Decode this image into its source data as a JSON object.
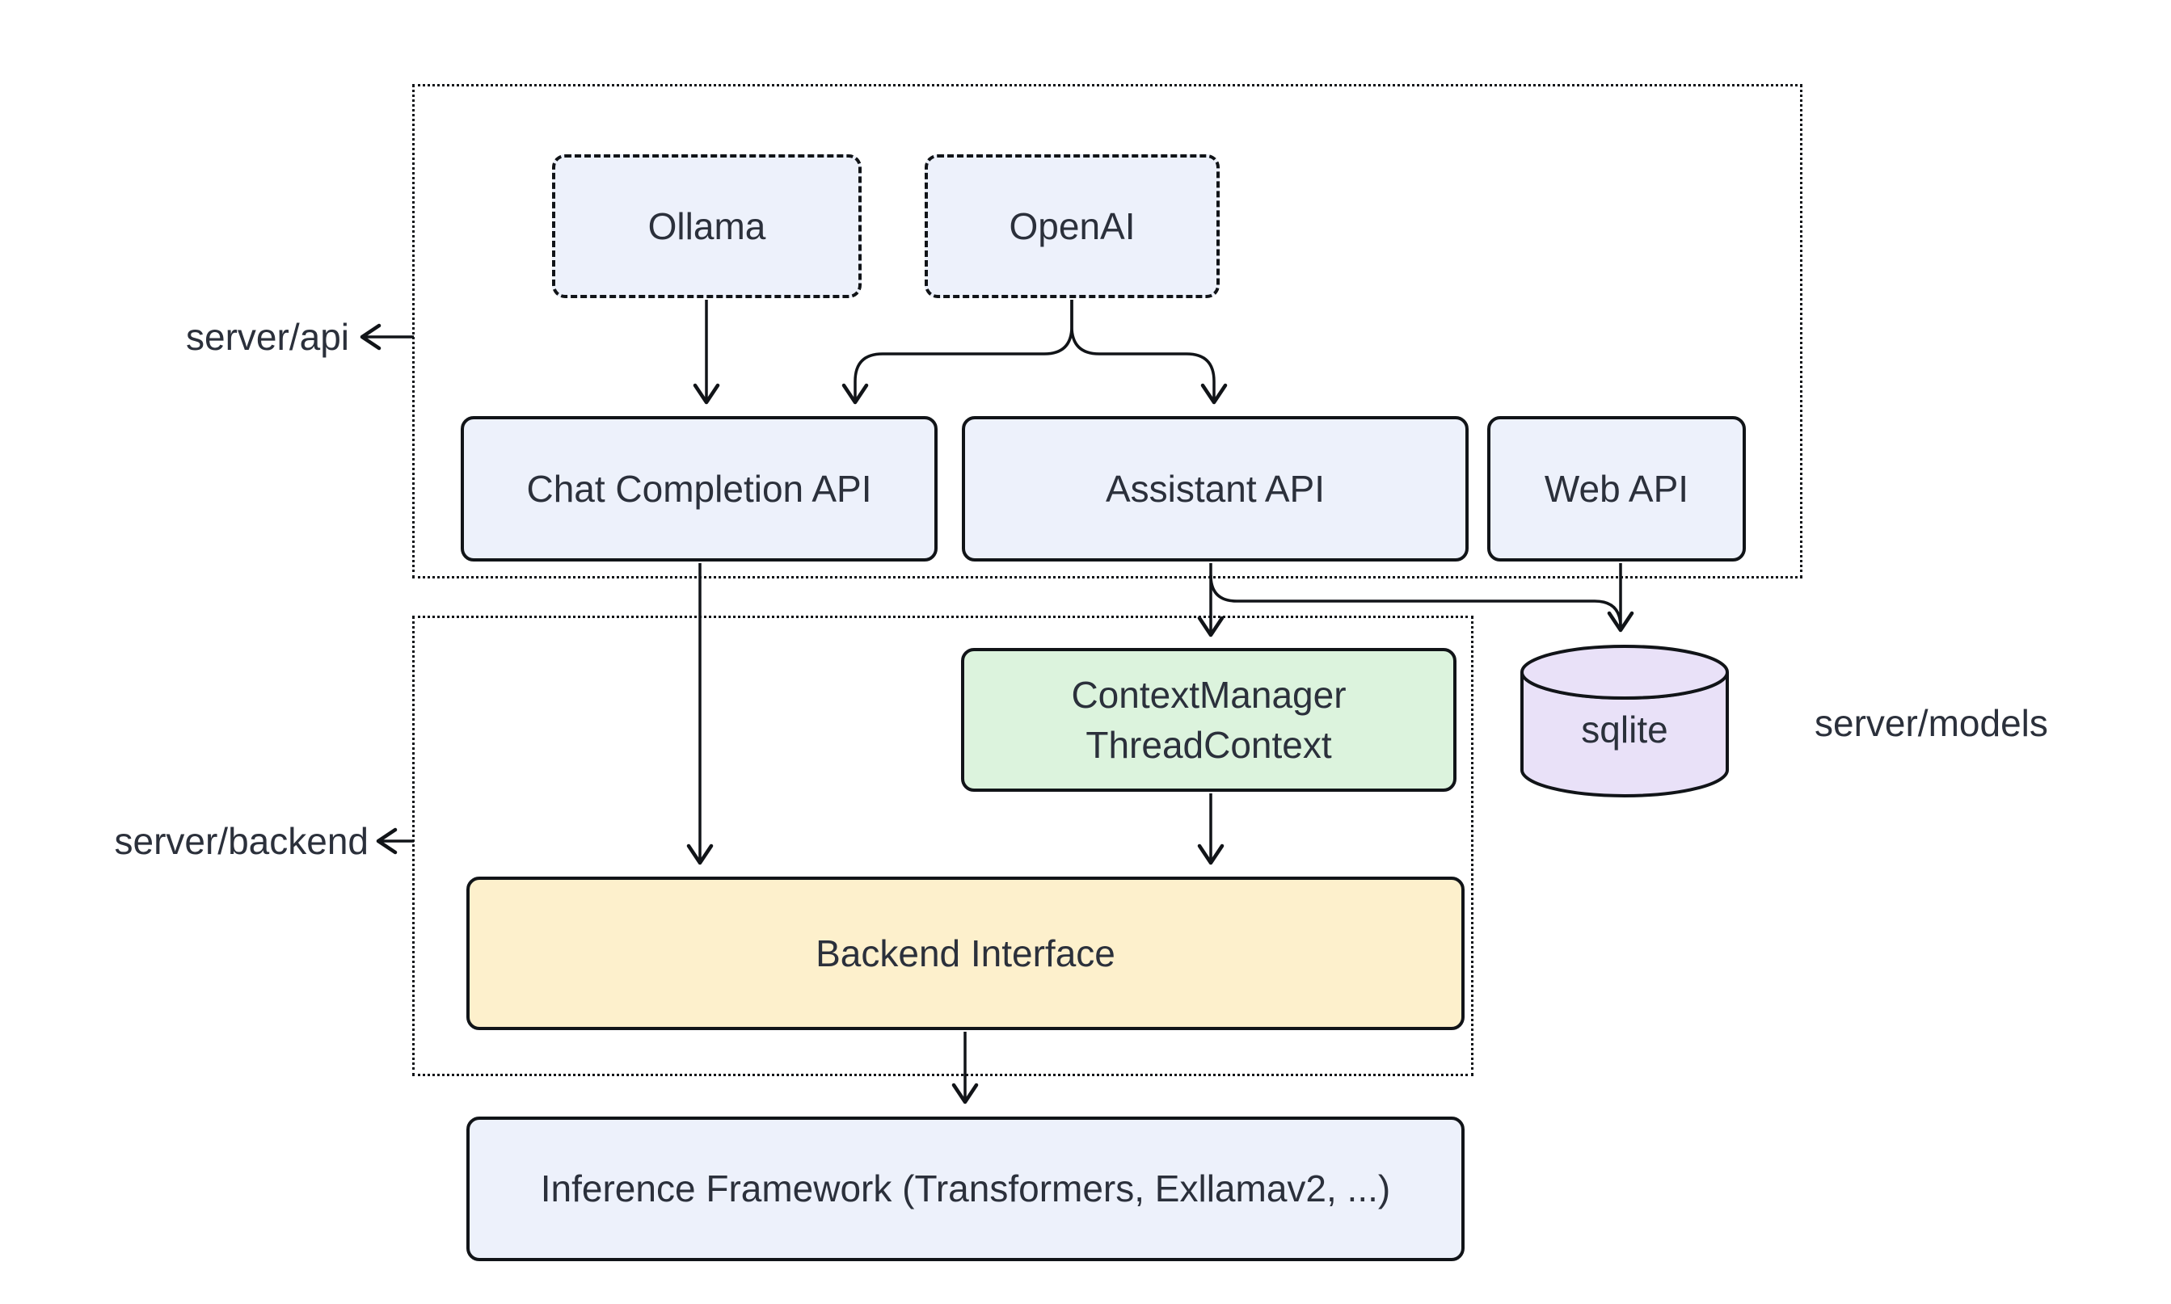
{
  "diagram": {
    "groups": {
      "server_api": {
        "label": "server/api"
      },
      "server_backend": {
        "label": "server/backend"
      },
      "server_models": {
        "label": "server/models"
      }
    },
    "nodes": {
      "ollama": {
        "label": "Ollama",
        "style": "dashed"
      },
      "openai": {
        "label": "OpenAI",
        "style": "dashed"
      },
      "chat_completion_api": {
        "label": "Chat Completion API"
      },
      "assistant_api": {
        "label": "Assistant API"
      },
      "web_api": {
        "label": "Web API"
      },
      "context_manager": {
        "label": "ContextManager\nThreadContext"
      },
      "sqlite": {
        "label": "sqlite",
        "shape": "cylinder"
      },
      "backend_interface": {
        "label": "Backend Interface"
      },
      "inference_framework": {
        "label": "Inference Framework (Transformers, Exllamav2, ...)"
      }
    },
    "edges": [
      {
        "from": "Ollama",
        "to": "Chat Completion API"
      },
      {
        "from": "OpenAI",
        "to": "Chat Completion API"
      },
      {
        "from": "OpenAI",
        "to": "Assistant API"
      },
      {
        "from": "Chat Completion API",
        "to": "Backend Interface"
      },
      {
        "from": "Assistant API",
        "to": "ContextManager ThreadContext"
      },
      {
        "from": "Assistant API",
        "to": "sqlite"
      },
      {
        "from": "Web API",
        "to": "sqlite"
      },
      {
        "from": "ContextManager ThreadContext",
        "to": "Backend Interface"
      },
      {
        "from": "Backend Interface",
        "to": "Inference Framework (Transformers, Exllamav2, ...)"
      }
    ],
    "colors": {
      "node_blue": "#edf1fb",
      "node_green": "#dcf3dd",
      "node_purple": "#e9e1f8",
      "node_yellow": "#fdf0cc",
      "line": "#111418",
      "text": "#2b303b",
      "background": "#ffffff"
    }
  }
}
